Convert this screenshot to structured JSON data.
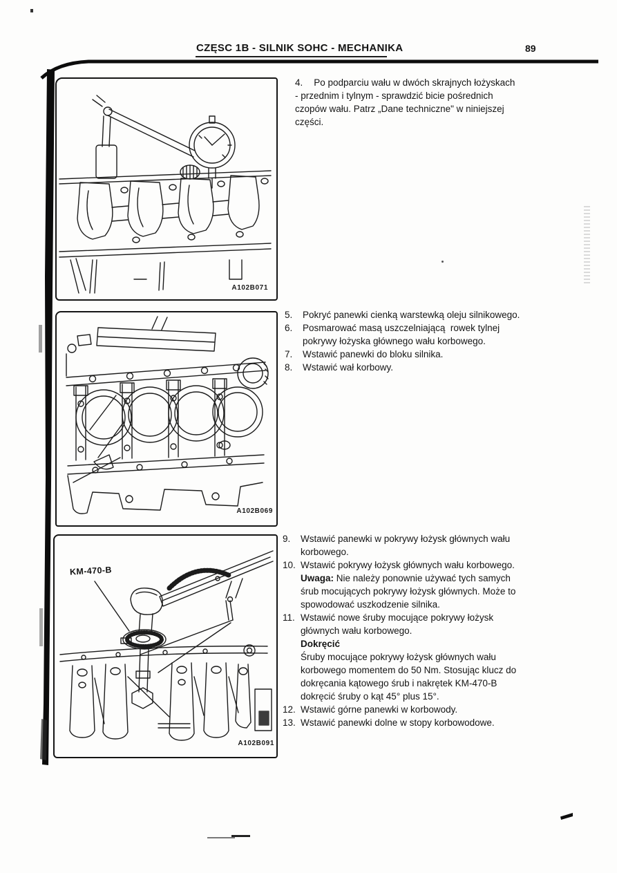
{
  "header": {
    "title": "CZĘSC 1B - SILNIK SOHC - MECHANIKA",
    "page_number": "89"
  },
  "intro": {
    "number": "4.",
    "lines": [
      "Po podparciu wału w dwóch skrajnych łożyskach",
      "- przednim i tylnym - sprawdzić bicie pośrednich",
      "czopów wału. Patrz „Dane techniczne\" w niniejszej",
      "części."
    ]
  },
  "figures": [
    {
      "code": "A102B071"
    },
    {
      "code": "A102B069"
    },
    {
      "code": "A102B091",
      "callout": "KM-470-B"
    }
  ],
  "steps_install": [
    {
      "num": "5.",
      "lines": [
        "Pokryć panewki cienką warstewką oleju silnikowego."
      ]
    },
    {
      "num": "6.",
      "lines": [
        "Posmarować masą uszczelniającą  rowek tylnej",
        "pokrywy łożyska głównego wału korbowego."
      ]
    },
    {
      "num": "7.",
      "lines": [
        "Wstawić panewki do bloku silnika."
      ]
    },
    {
      "num": "8.",
      "lines": [
        "Wstawić wał korbowy."
      ]
    }
  ],
  "steps_caps": [
    {
      "num": "9.",
      "lines": [
        "Wstawić panewki w pokrywy łożysk głównych wału",
        "korbowego."
      ]
    },
    {
      "num": "10.",
      "lines": [
        "Wstawić pokrywy łożysk głównych wału korbowego."
      ],
      "note_label": "Uwaga:",
      "note_lines": [
        "Nie należy ponownie używać tych samych",
        "śrub mocujących pokrywy łożysk głównych. Może to",
        "spowodować uszkodzenie silnika."
      ]
    },
    {
      "num": "11.",
      "lines": [
        "Wstawić nowe śruby mocujące pokrywy łożysk",
        "głównych wału korbowego."
      ],
      "torque_label": "Dokręcić",
      "torque_lines": [
        "Śruby mocujące pokrywy łożysk głównych wału",
        "korbowego momentem do 50 Nm. Stosując klucz do",
        "dokręcania kątowego śrub i nakrętek KM-470-B",
        "dokręcić śruby o kąt 45° plus 15°."
      ]
    },
    {
      "num": "12.",
      "lines": [
        "Wstawić górne panewki w korbowody."
      ]
    },
    {
      "num": "13.",
      "lines": [
        "Wstawić panewki dolne w stopy korbowodowe."
      ]
    }
  ]
}
